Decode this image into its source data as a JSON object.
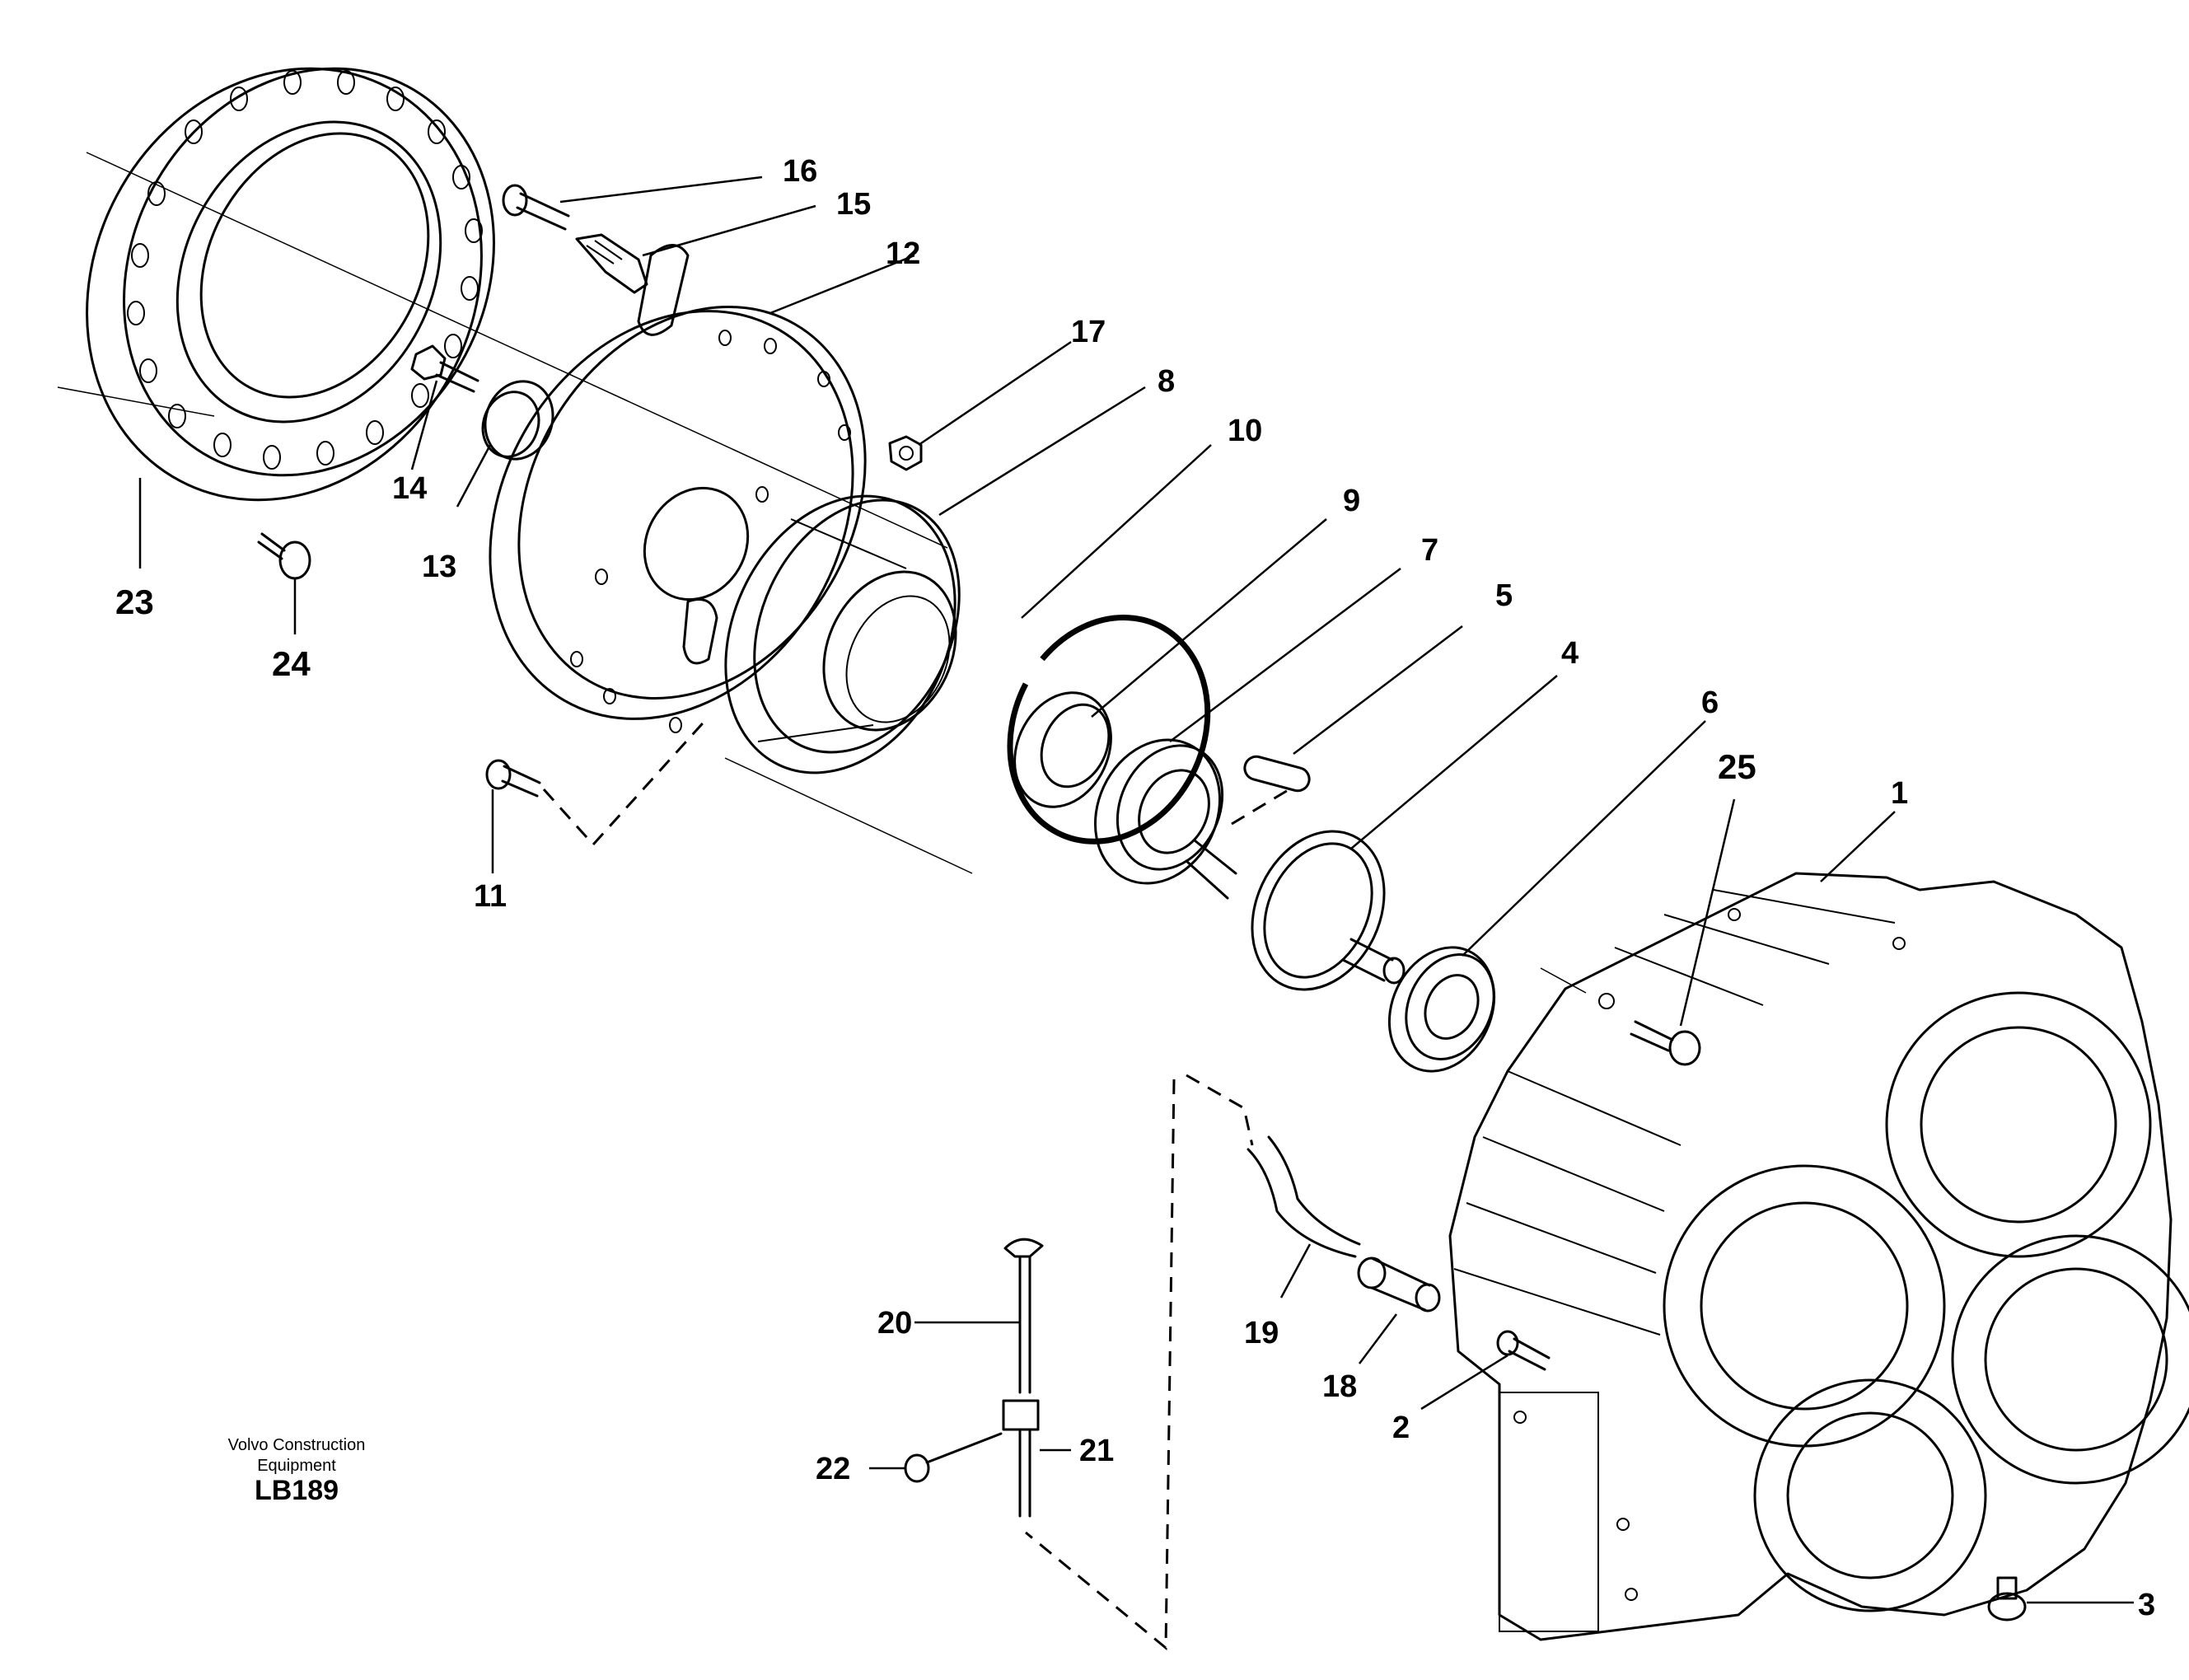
{
  "diagram": {
    "callouts": [
      "1",
      "2",
      "3",
      "4",
      "5",
      "6",
      "7",
      "8",
      "9",
      "10",
      "11",
      "12",
      "13",
      "14",
      "15",
      "16",
      "17",
      "18",
      "19",
      "20",
      "21",
      "22",
      "23",
      "24",
      "25"
    ],
    "credit": {
      "line1": "Volvo Construction",
      "line2": "Equipment",
      "code": "LB189"
    }
  }
}
